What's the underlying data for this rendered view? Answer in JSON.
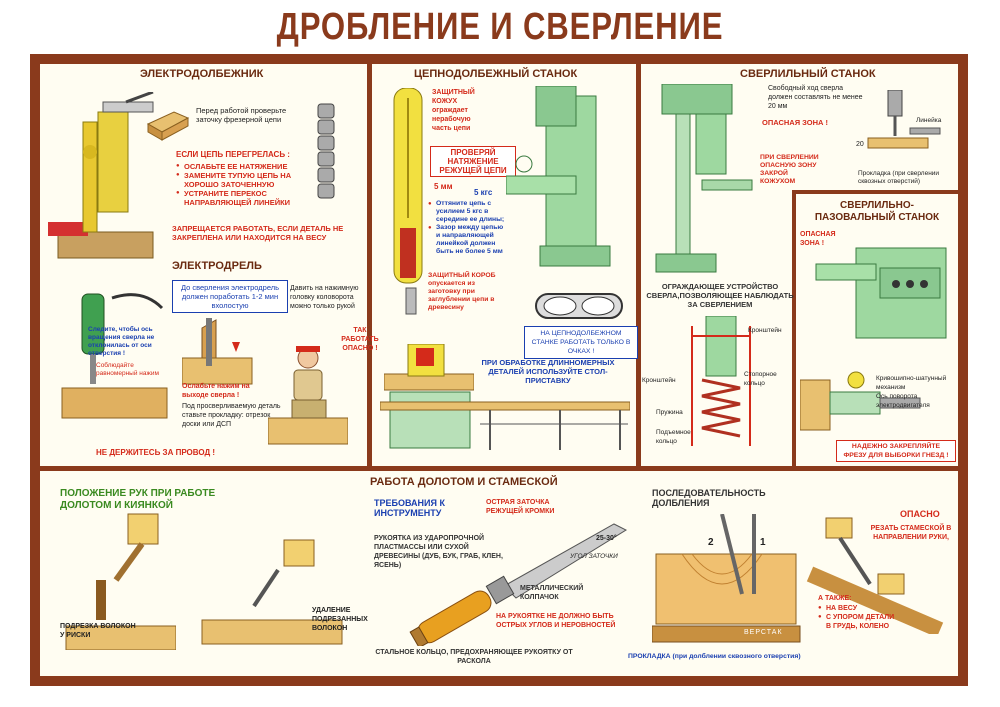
{
  "title": "ДРОБЛЕНИЕ И СВЕРЛЕНИЕ",
  "s1": {
    "title": "ЭЛЕКТРОДОЛБЕЖНИК",
    "check_note": "Перед работой проверьте заточку фрезерной цепи",
    "overheat_title": "ЕСЛИ ЦЕПЬ ПЕРЕГРЕЛАСЬ :",
    "overheat_items": [
      "ОСЛАБЬТЕ ЕЕ НАТЯЖЕНИЕ",
      "ЗАМЕНИТЕ ТУПУЮ ЦЕПЬ НА ХОРОШО ЗАТОЧЕННУЮ",
      "УСТРАНИТЕ ПЕРЕКОС НАПРАВЛЯЮЩЕЙ ЛИНЕЙКИ"
    ],
    "forbidden": "ЗАПРЕЩАЕТСЯ РАБОТАТЬ, ЕСЛИ ДЕТАЛЬ НЕ ЗАКРЕПЛЕНА ИЛИ НАХОДИТСЯ НА ВЕСУ"
  },
  "s2": {
    "title": "ЭЛЕКТРОДРЕЛЬ",
    "idle_box": "До сверления электродрель должен поработать 1-2 мин вхолостую",
    "press_note": "Давить на нажимную головку коловорота можно только рукой",
    "axis_note": "Следите, чтобы ось вращения сверла не отклонилась от оси отверстия !",
    "even_press": "Соблюдайте равномерный нажим",
    "weaken": "Ослабьте нажим на выходе сверла !",
    "board_note": "Под просверливаемую деталь ставьте прокладку: отрезок доски или ДСП",
    "wire_warning": "НЕ ДЕРЖИТЕСЬ ЗА ПРОВОД !",
    "danger_label": "ТАК РАБОТАТЬ ОПАСНО !"
  },
  "s3": {
    "title": "ЦЕПНОДОЛБЕЖНЫЙ СТАНОК",
    "guard_note": "ЗАЩИТНЫЙ КОЖУХ ограждает нерабочую часть цепи",
    "check_box": "ПРОВЕРЯЙ НАТЯЖЕНИЕ РЕЖУЩЕЙ ЦЕПИ",
    "mm5": "5 мм",
    "kgs5": "5 кгс",
    "tension_items": [
      "Оттяните цепь с усилием 5 кгс в середине ее длины;",
      "Зазор между цепью и направляющей линейкой должен быть не более 5 мм"
    ],
    "guard_box": "ЗАЩИТНЫЙ КОРОБ опускается из заготовку при заглублении цепи в древесину",
    "goggles_box": "НА ЦЕПНОДОЛБЕЖНОМ СТАНКЕ РАБОТАТЬ ТОЛЬКО В ОЧКАХ !",
    "long_parts": "ПРИ ОБРАБОТКЕ ДЛИННОМЕРНЫХ ДЕТАЛЕЙ ИСПОЛЬЗУЙТЕ СТОЛ-ПРИСТАВКУ"
  },
  "s4": {
    "title": "СВЕРЛИЛЬНЫЙ СТАНОК",
    "free_travel": "Свободный ход сверла должен составлять не менее 20 мм",
    "danger_zone": "ОПАСНАЯ ЗОНА !",
    "ruler": "Линейка",
    "dim20": "20",
    "pad_note": "Прокладка (при сверлении сквозных отверстий)",
    "guard_note": "ПРИ СВЕРЛЕНИИ ОПАСНУЮ ЗОНУ ЗАКРОЙ КОЖУХОМ",
    "device_title": "ОГРАЖДАЮЩЕЕ УСТРОЙСТВО СВЕРЛА,ПОЗВОЛЯЮЩЕЕ НАБЛЮДАТЬ ЗА СВЕРЛЕНИЕМ",
    "parts": [
      "Кронштейн",
      "Кронштейн",
      "Стопорное кольцо",
      "Пружина",
      "Подъемное кольцо"
    ]
  },
  "s5": {
    "title": "СВЕРЛИЛЬНО-ПАЗОВАЛЬНЫЙ СТАНОК",
    "danger_zone": "ОПАСНАЯ ЗОНА !",
    "crank": "Кривошипно-шатунный механизм",
    "axis": "Ось поворота электродвигателя",
    "fix_note": "НАДЕЖНО ЗАКРЕПЛЯЙТЕ ФРЕЗУ ДЛЯ ВЫБОРКИ ГНЕЗД !"
  },
  "s6": {
    "title": "РАБОТА ДОЛОТОМ И СТАМЕСКОЙ",
    "hands_title": "ПОЛОЖЕНИЕ РУК ПРИ РАБОТЕ ДОЛОТОМ И КИЯНКОЙ",
    "cut_label": "ПОДРЕЗКА ВОЛОКОН У РИСКИ",
    "remove_label": "УДАЛЕНИЕ ПОДРЕЗАННЫХ ВОЛОКОН",
    "req_title": "ТРЕБОВАНИЯ К ИНСТРУМЕНТУ",
    "sharp": "ОСТРАЯ ЗАТОЧКА РЕЖУЩЕЙ КРОМКИ",
    "angle": "25-30°",
    "angle_label": "УГОЛ ЗАТОЧКИ",
    "handle": "РУКОЯТКА ИЗ УДАРОПРОЧНОЙ ПЛАСТМАССЫ ИЛИ СУХОЙ ДРЕВЕСИНЫ (ДУБ, БУК, ГРАБ, КЛЕН, ЯСЕНЬ)",
    "ferrule": "МЕТАЛЛИЧЕСКИЙ КОЛПАЧОК",
    "no_edges": "НА РУКОЯТКЕ НЕ ДОЛЖНО БЫТЬ ОСТРЫХ УГЛОВ И НЕРОВНОСТЕЙ",
    "ring": "СТАЛЬНОЕ КОЛЬЦО, ПРЕДОХРАНЯЮЩЕЕ РУКОЯТКУ ОТ РАСКОЛА",
    "seq_title": "ПОСЛЕДОВАТЕЛЬНОСТЬ ДОЛБЛЕНИЯ",
    "n1": "1",
    "n2": "2",
    "bench": "ВЕРСТАК",
    "pad": "ПРОКЛАДКА (при долблении сквозного отверстия)",
    "danger": "ОПАСНО",
    "danger_text": "РЕЗАТЬ СТАМЕСКОЙ В НАПРАВЛЕНИИ РУКИ,",
    "also": "А ТАКЖЕ:",
    "also_items": [
      "НА ВЕСУ",
      "С УПОРОМ ДЕТАЛИ В ГРУДЬ, КОЛЕНО"
    ]
  }
}
